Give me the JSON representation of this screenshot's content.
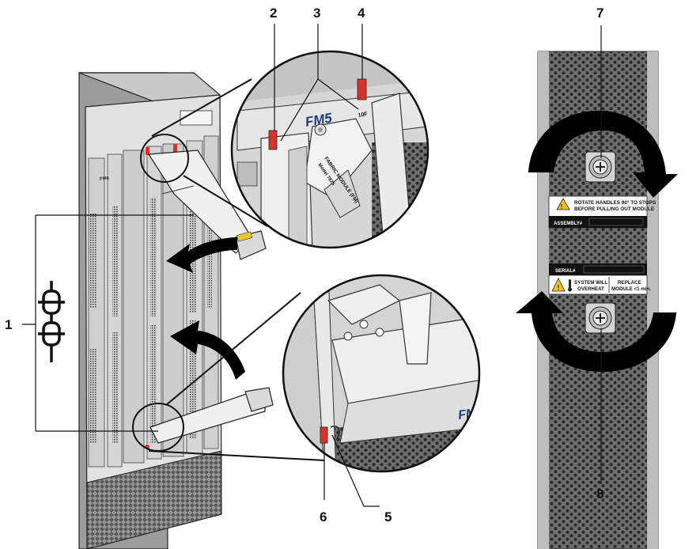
{
  "callouts": {
    "c1": "1",
    "c2": "2",
    "c3": "3",
    "c4": "4",
    "c5": "5",
    "c6": "6",
    "c7": "7",
    "c8": "8"
  },
  "chassis": {
    "fm_label_top": "FM5",
    "fm_label_bottom": "FM",
    "module_text_line1": "FABRIC MODULE (FM)",
    "module_text_line2": "Model 7825",
    "module_text_line3": "10F",
    "slot_label": "FM6"
  },
  "panel": {
    "warning_line1": "ROTATE HANDLES 90° TO STOPS",
    "warning_line2": "BEFORE PULLING OUT MODULE",
    "assembly_label": "ASSEMBLY#",
    "serial_label": "SERIAL#",
    "overheat_line1": "SYSTEM WILL",
    "overheat_line2": "OVERHEAT",
    "replace_line1": "REPLACE",
    "replace_line2": "MODULE <1 min."
  },
  "colors": {
    "latch_red": "#d8332b",
    "metal": "#d9d9d9",
    "outline": "#1a1a1a",
    "arrow": "#000000"
  }
}
